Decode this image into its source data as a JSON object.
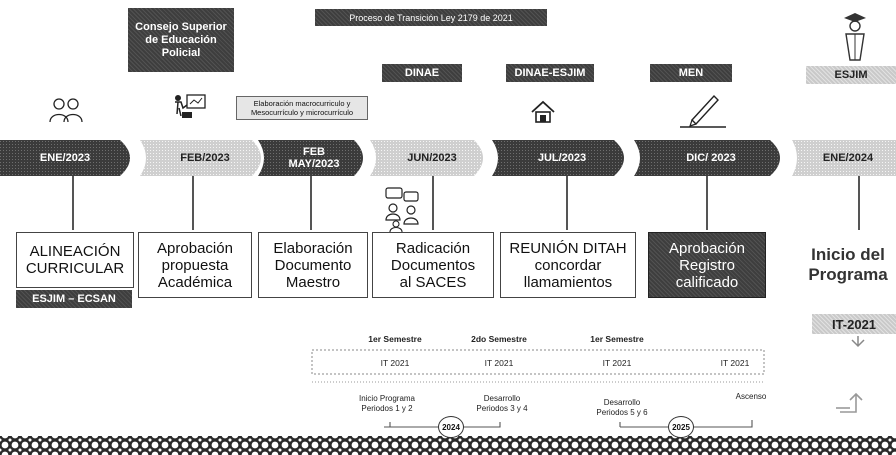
{
  "top_title": "Proceso de Transición Ley 2179 de 2021",
  "header_tags": {
    "consejo": "Consejo Superior de Educación Policial",
    "dinae": "DINAE",
    "dinae_esjim": "DINAE-ESJIM",
    "men": "MEN",
    "esjim": "ESJIM"
  },
  "note_elaboracion": "Elaboración macrocurriculo y Mesocurrículo y microcurrículo",
  "timeline": [
    {
      "label": "ENE/2023"
    },
    {
      "label": "FEB/2023"
    },
    {
      "label": "FEB\nMAY/2023"
    },
    {
      "label": "JUN/2023"
    },
    {
      "label": "JUL/2023"
    },
    {
      "label": "DIC/ 2023"
    },
    {
      "label": "ENE/2024"
    }
  ],
  "boxes": [
    {
      "text": "ALINEACIÓN\nCURRICULAR"
    },
    {
      "text": "Aprobación\npropuesta\nAcadémica"
    },
    {
      "text": "Elaboración\nDocumento\nMaestro"
    },
    {
      "text": "Radicación\nDocumentos\nal SACES"
    },
    {
      "text": "REUNIÓN DITAH\nconcordar\nllamamientos"
    },
    {
      "text": "Aprobación\nRegistro\ncalificado"
    },
    {
      "text": "Inicio del\nPrograma"
    }
  ],
  "esjim_ecsan": "ESJIM – ECSAN",
  "it2021_tag": "IT-2021",
  "semesters": [
    "1er Semestre",
    "2do Semestre",
    "1er Semestre"
  ],
  "it_cells": [
    "IT 2021",
    "IT 2021",
    "IT 2021",
    "IT 2021"
  ],
  "phases": [
    {
      "text": "Inicio Programa\nPeriodos 1 y 2"
    },
    {
      "text": "Desarrollo\nPeriodos 3 y 4"
    },
    {
      "text": "Desarrollo\nPeriodos 5 y 6"
    },
    {
      "text": "Ascenso"
    }
  ],
  "years": [
    "2024",
    "2025"
  ]
}
